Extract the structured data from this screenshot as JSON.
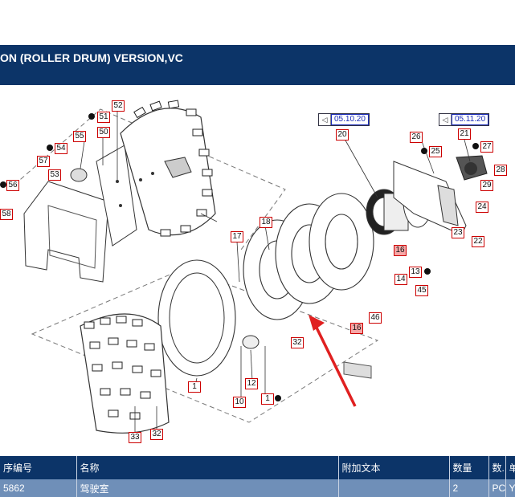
{
  "window": {
    "title": "ON (ROLLER DRUM) VERSION,VC"
  },
  "diagram": {
    "ref_boxes": [
      {
        "id": "ref1",
        "label": "05.10.20"
      },
      {
        "id": "ref2",
        "label": "05.11.20"
      }
    ],
    "callouts": [
      {
        "label": "52",
        "highlight": false
      },
      {
        "label": "51",
        "highlight": false
      },
      {
        "label": "50",
        "highlight": false
      },
      {
        "label": "55",
        "highlight": false
      },
      {
        "label": "54",
        "highlight": false
      },
      {
        "label": "57",
        "highlight": false
      },
      {
        "label": "53",
        "highlight": false
      },
      {
        "label": "56",
        "highlight": false
      },
      {
        "label": "58",
        "highlight": false
      },
      {
        "label": "20",
        "highlight": false
      },
      {
        "label": "26",
        "highlight": false
      },
      {
        "label": "25",
        "highlight": false
      },
      {
        "label": "21",
        "highlight": false
      },
      {
        "label": "27",
        "highlight": false
      },
      {
        "label": "28",
        "highlight": false
      },
      {
        "label": "29",
        "highlight": false
      },
      {
        "label": "24",
        "highlight": false
      },
      {
        "label": "23",
        "highlight": false
      },
      {
        "label": "22",
        "highlight": false
      },
      {
        "label": "18",
        "highlight": false
      },
      {
        "label": "17",
        "highlight": false
      },
      {
        "label": "16",
        "highlight": true
      },
      {
        "label": "13",
        "highlight": false
      },
      {
        "label": "14",
        "highlight": false
      },
      {
        "label": "45",
        "highlight": false
      },
      {
        "label": "46",
        "highlight": false
      },
      {
        "label": "16",
        "highlight": true
      },
      {
        "label": "32",
        "highlight": false
      },
      {
        "label": "1",
        "highlight": false
      },
      {
        "label": "12",
        "highlight": false
      },
      {
        "label": "10",
        "highlight": false
      },
      {
        "label": "1",
        "highlight": false
      },
      {
        "label": "33",
        "highlight": false
      },
      {
        "label": "32",
        "highlight": false
      }
    ]
  },
  "table": {
    "columns": [
      "序编号",
      "名称",
      "附加文本",
      "数量",
      "数...",
      "单"
    ],
    "rows": [
      [
        "5862",
        "驾驶室",
        "",
        "2",
        "PC",
        "Y"
      ]
    ]
  }
}
